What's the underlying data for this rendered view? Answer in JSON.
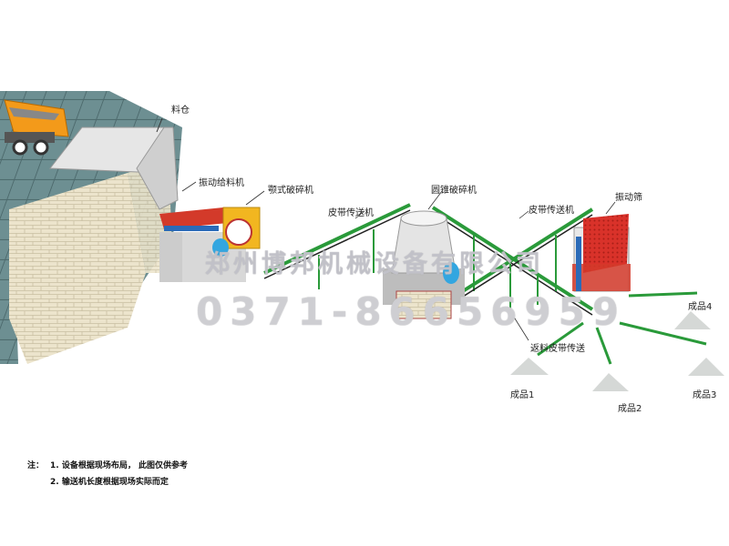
{
  "labels": {
    "hopper": "料仓",
    "vibrating_feeder": "振动给料机",
    "jaw_crusher": "颚式破碎机",
    "belt_conveyor_1": "皮带传送机",
    "cone_crusher": "圆锥破碎机",
    "belt_conveyor_2": "皮带传送机",
    "vibrating_screen": "振动筛",
    "return_conveyor": "返料皮带传送",
    "product_1": "成品1",
    "product_2": "成品2",
    "product_3": "成品3",
    "product_4": "成品4"
  },
  "watermark": {
    "company": "郑州博邦机械设备有限公司",
    "phone": "0371-86656959"
  },
  "notes": {
    "prefix": "注：",
    "line1": "1. 设备根据现场布局，  此图仅供参考",
    "line2": "2.  输送机长度根据现场实际而定"
  },
  "colors": {
    "conveyor": "#2a9a3a",
    "feeder": "#d33a2a",
    "brick": "#e8e0c8",
    "ground": "#7a9aa0"
  }
}
